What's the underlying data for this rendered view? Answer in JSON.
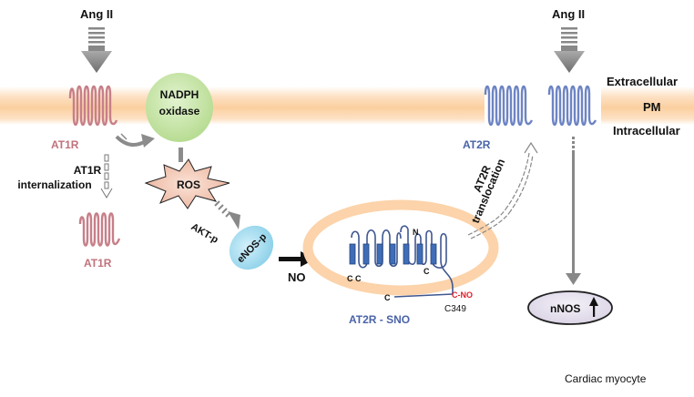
{
  "labels": {
    "ang_left": "Ang II",
    "ang_right": "Ang II",
    "extracellular": "Extracellular",
    "pm": "PM",
    "intracellular": "Intracellular",
    "nadph_line1": "NADPH",
    "nadph_line2": "oxidase",
    "at1r_membrane": "AT1R",
    "at1r_internal_line1": "AT1R",
    "at1r_internal_line2": "internalization",
    "at1r_internalized": "AT1R",
    "ros": "ROS",
    "akt": "AKT-p",
    "enos": "eNOS-p",
    "no": "NO",
    "at2r_membrane": "AT2R",
    "at2r_trans_line1": "AT2R",
    "at2r_trans_line2": "translocation",
    "n_term": "N",
    "c_term": "C",
    "cc_left": "C C",
    "c_right": "C",
    "cno": "C-NO",
    "c349": "C349",
    "sno": "AT2R - SNO",
    "nnos": "nNOS",
    "cell": "Cardiac myocyte"
  },
  "colors": {
    "membrane": "#fcd9b4",
    "at1r": "#cc7f88",
    "at2r": "#6d84c4",
    "nadph": "#c8e6a8",
    "ros": "#f3c8b6",
    "enos": "#a9def0",
    "nnos": "#e6e1ee",
    "gray_arrow": "#888888",
    "cno_red": "#e0202a"
  }
}
